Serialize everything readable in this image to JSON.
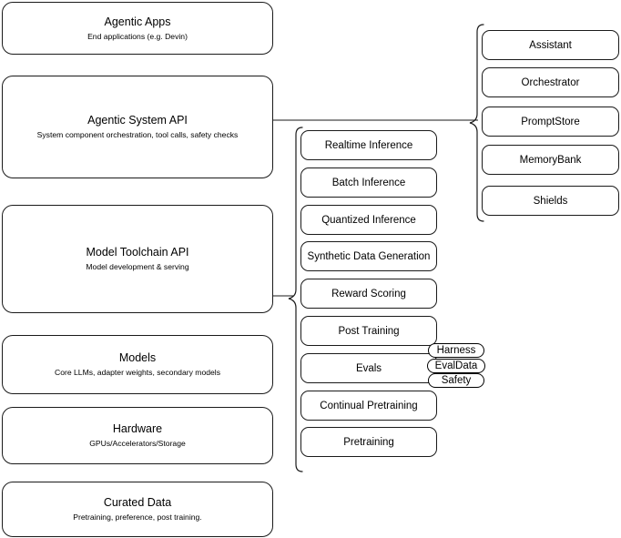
{
  "diagram": {
    "title": "AI stack layers diagram",
    "stroke_color": "#1a1a1a",
    "background_color": "#ffffff"
  },
  "layers": [
    {
      "title": "Agentic Apps",
      "subtitle": "End applications (e.g. Devin)"
    },
    {
      "title": "Agentic System API",
      "subtitle": "System component orchestration, tool calls, safety checks"
    },
    {
      "title": "Model Toolchain API",
      "subtitle": "Model development & serving"
    },
    {
      "title": "Models",
      "subtitle": "Core LLMs, adapter weights, secondary models"
    },
    {
      "title": "Hardware",
      "subtitle": "GPUs/Accelerators/Storage"
    },
    {
      "title": "Curated Data",
      "subtitle": "Pretraining, preference, post training."
    }
  ],
  "toolchain_items": [
    {
      "label": "Realtime Inference"
    },
    {
      "label": "Batch Inference"
    },
    {
      "label": "Quantized Inference"
    },
    {
      "label": "Synthetic Data Generation"
    },
    {
      "label": "Reward Scoring"
    },
    {
      "label": "Post Training"
    },
    {
      "label": "Evals"
    },
    {
      "label": "Continual Pretraining"
    },
    {
      "label": "Pretraining"
    }
  ],
  "system_items": [
    {
      "label": "Assistant"
    },
    {
      "label": "Orchestrator"
    },
    {
      "label": "PromptStore"
    },
    {
      "label": "MemoryBank"
    },
    {
      "label": "Shields"
    }
  ],
  "eval_pills": [
    {
      "label": "Harness"
    },
    {
      "label": "EvalData"
    },
    {
      "label": "Safety"
    }
  ]
}
